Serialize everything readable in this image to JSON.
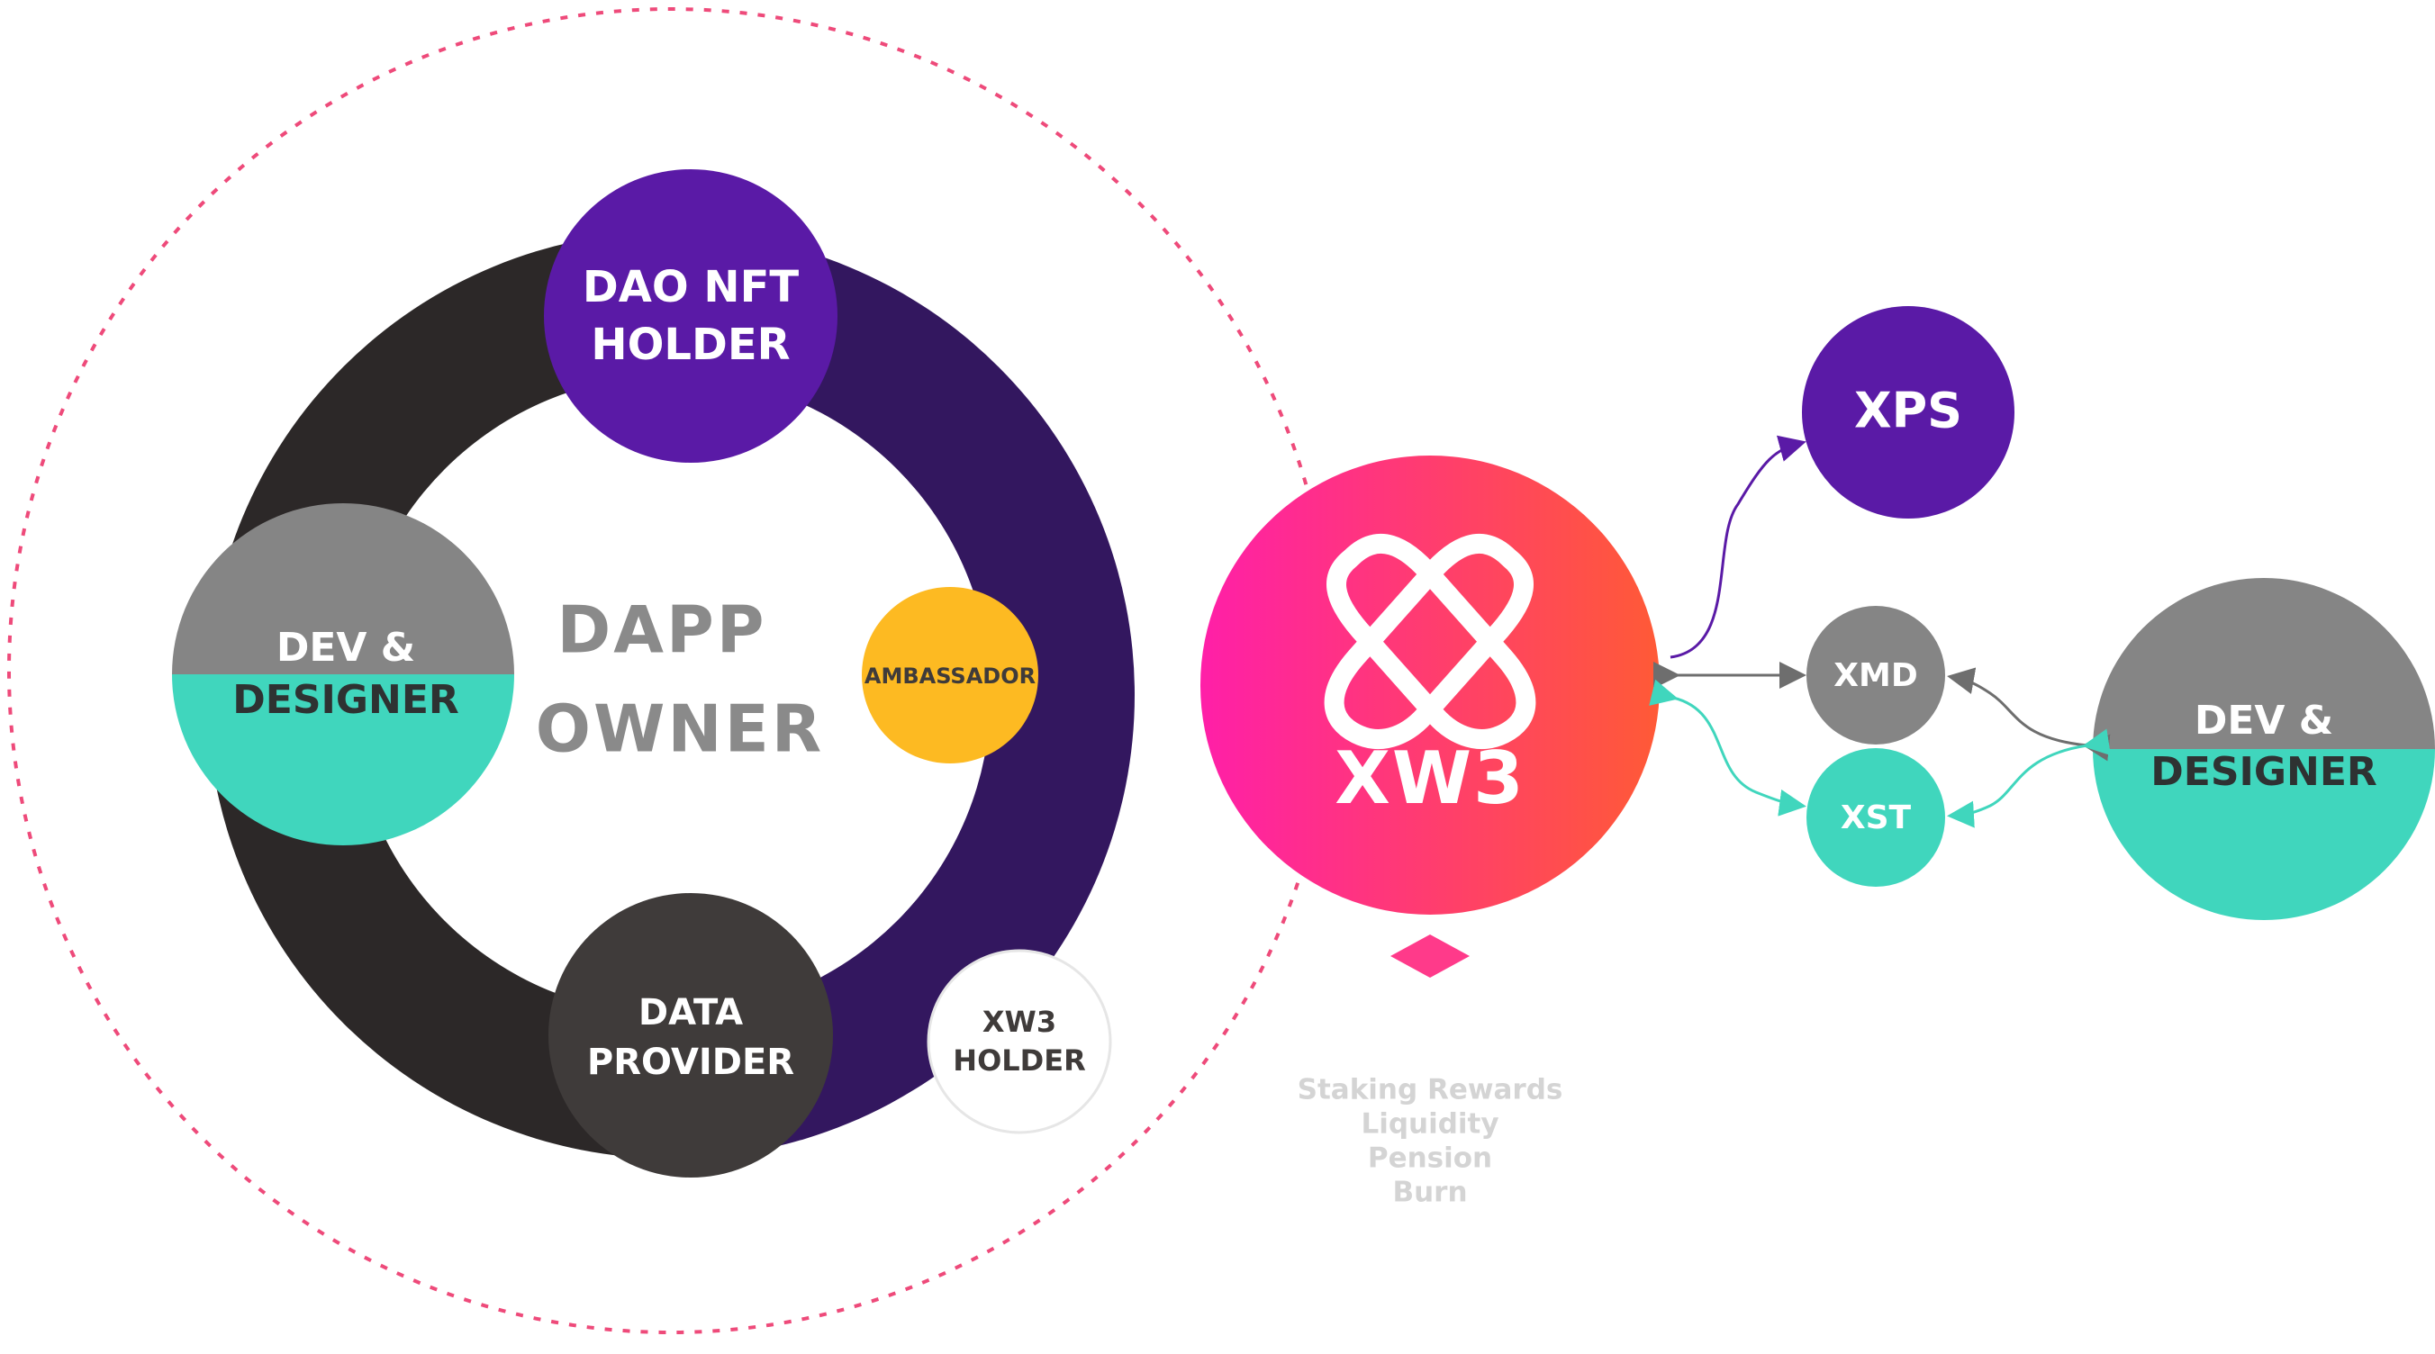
{
  "colors": {
    "purple": "#5a1aa6",
    "deep_purple": "#33175f",
    "dark_ring": "#2c2828",
    "gray": "#858585",
    "teal": "#40d6bd",
    "amber": "#fdba22",
    "charcoal": "#3f3b3a",
    "pink": "#ff2a8a",
    "orange": "#ff5a3c",
    "dotted_pink": "#ee4a7a"
  },
  "ecosystem": {
    "dao_nft_holder": {
      "line1": "DAO NFT",
      "line2": "HOLDER"
    },
    "dev_designer_left": {
      "line1": "DEV &",
      "line2": "DESIGNER"
    },
    "dapp_owner": {
      "line1": "DAPP",
      "line2": "OWNER"
    },
    "ambassador": "AMBASSADOR",
    "data_provider": {
      "line1": "DATA",
      "line2": "PROVIDER"
    },
    "xw3_holder": {
      "line1": "XW3",
      "line2": "HOLDER"
    }
  },
  "token": {
    "name": "XW3",
    "logo_icon": "xw3-cross-logo-icon",
    "uses": [
      "Staking Rewards",
      "Liquidity",
      "Pension",
      "Burn"
    ]
  },
  "outputs": {
    "xps": "XPS",
    "xmd": "XMD",
    "xst": "XST",
    "dev_designer_right": {
      "line1": "DEV &",
      "line2": "DESIGNER"
    }
  }
}
